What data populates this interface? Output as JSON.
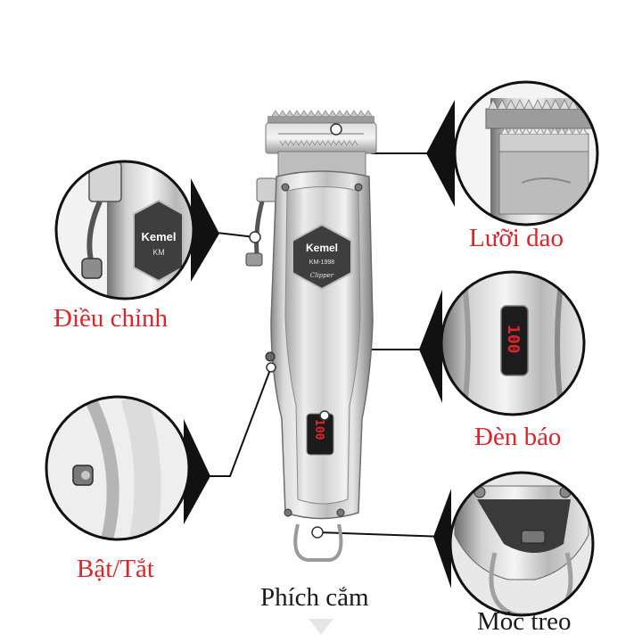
{
  "brand": {
    "logo_text": "Kemel",
    "model": "KM-1998",
    "script_text": "Clipper",
    "zoom_logo_text": "Kemel",
    "zoom_logo_model": "KM"
  },
  "display": {
    "main_value": "100",
    "zoom_value": "100"
  },
  "labels": {
    "adjust": "Điều chỉnh",
    "blade": "Lưỡi dao",
    "indicator": "Đèn báo",
    "power": "Bật/Tắt",
    "plug": "Phích cắm",
    "hook": "Móc treo"
  },
  "colors": {
    "label_red": "#d8262b",
    "label_black": "#1a1a1a",
    "leader_line": "#111111",
    "display_red": "#e0262a"
  }
}
